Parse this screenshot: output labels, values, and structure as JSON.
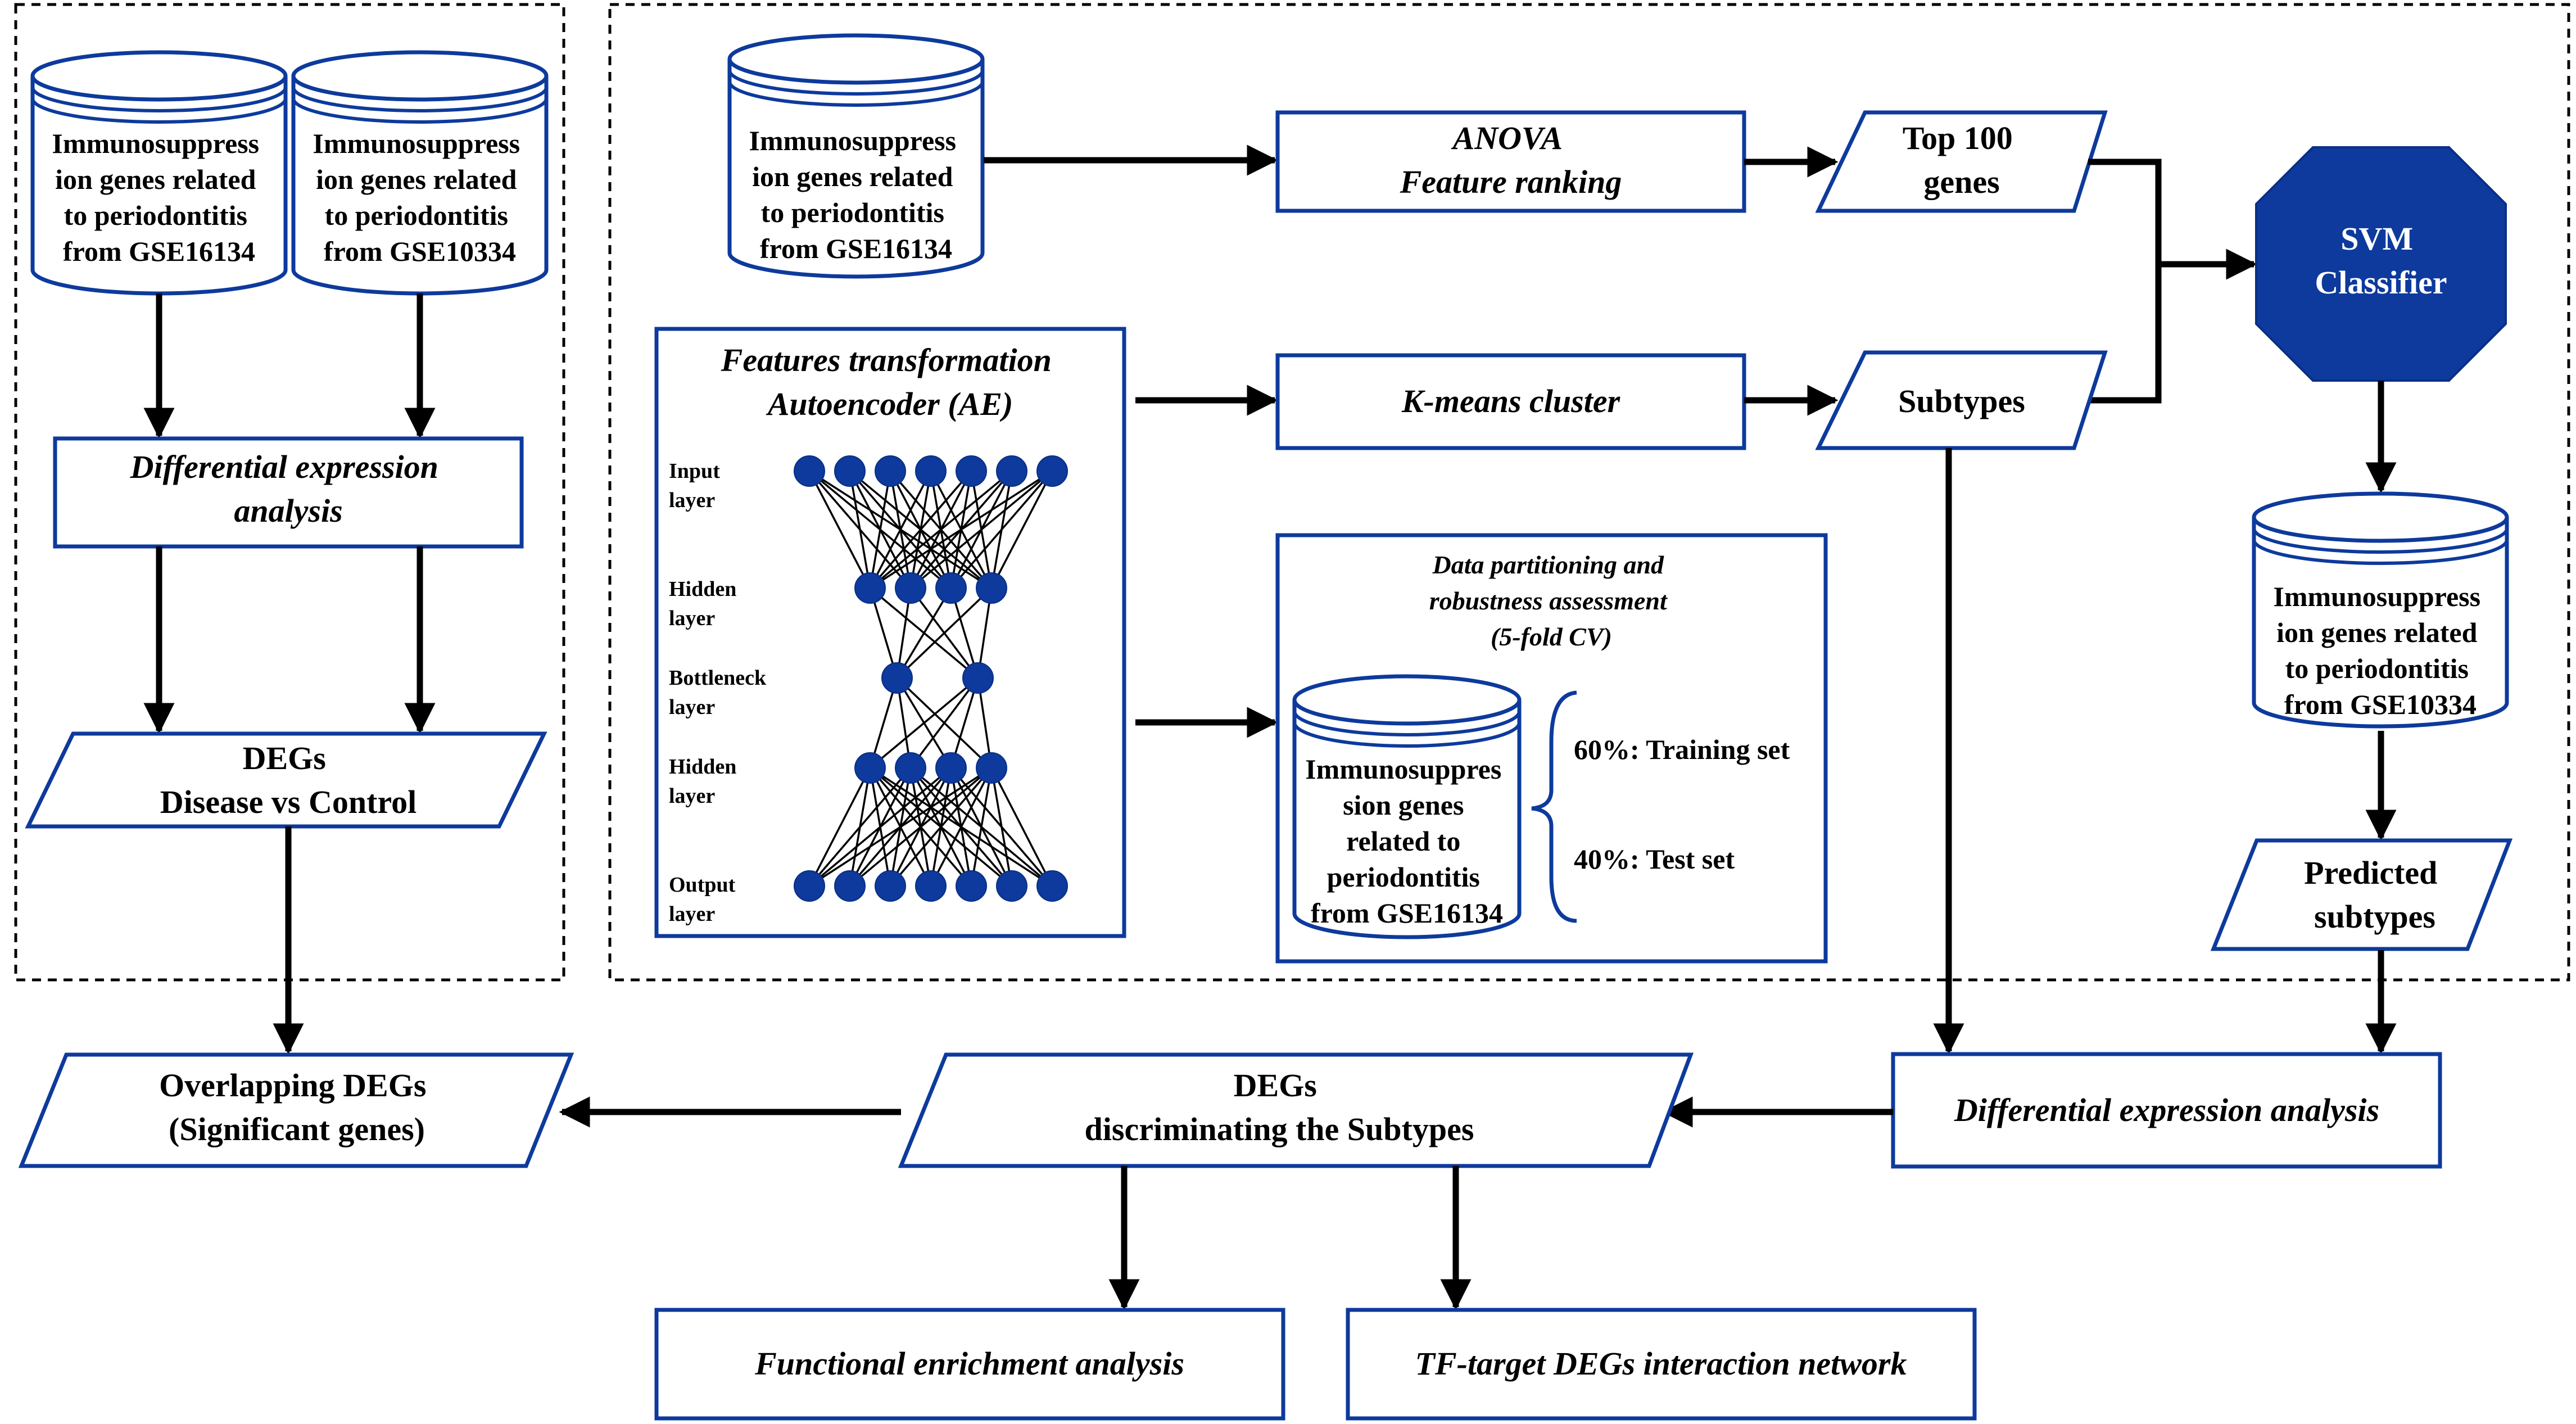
{
  "colors": {
    "accent": "#0d3a9c",
    "arrow": "#000000",
    "text": "#000000"
  },
  "db_gse16134_left": [
    "Immunosuppress",
    "ion genes related",
    "to periodontitis",
    "from GSE16134"
  ],
  "db_gse10334_left": [
    "Immunosuppress",
    "ion genes related",
    "to periodontitis",
    "from GSE10334"
  ],
  "dea_left": [
    "Differential expression",
    "analysis"
  ],
  "degs_disease": [
    "DEGs",
    "Disease vs Control"
  ],
  "overlapping": [
    "Overlapping DEGs",
    "(Significant genes)"
  ],
  "db_gse16134_top": [
    "Immunosuppress",
    "ion genes related",
    "to periodontitis",
    "from GSE16134"
  ],
  "anova": [
    "ANOVA",
    "Feature ranking"
  ],
  "top100": [
    "Top 100",
    "genes"
  ],
  "svm": [
    "SVM",
    "Classifier"
  ],
  "autoencoder": {
    "title": [
      "Features transformation",
      "Autoencoder (AE)"
    ],
    "layers": [
      [
        "Input",
        "layer"
      ],
      [
        "Hidden",
        "layer"
      ],
      [
        "Bottleneck",
        "layer"
      ],
      [
        "Hidden",
        "layer"
      ],
      [
        "Output",
        "layer"
      ]
    ]
  },
  "kmeans": "K-means cluster",
  "subtypes": "Subtypes",
  "partition": {
    "title": [
      "Data partitioning and",
      "robustness assessment",
      "(5-fold CV)"
    ],
    "db": [
      "Immunosuppres",
      "sion genes",
      "related to",
      "periodontitis",
      "from GSE16134"
    ],
    "training": "60%: Training set",
    "test": "40%: Test set"
  },
  "db_gse10334_right": [
    "Immunosuppress",
    "ion genes related",
    "to periodontitis",
    "from GSE10334"
  ],
  "predicted": [
    "Predicted",
    "subtypes"
  ],
  "dea_right": "Differential expression analysis",
  "degs_subtypes": [
    "DEGs",
    "discriminating the Subtypes"
  ],
  "functional": "Functional enrichment analysis",
  "tf_network": "TF-target DEGs interaction network"
}
